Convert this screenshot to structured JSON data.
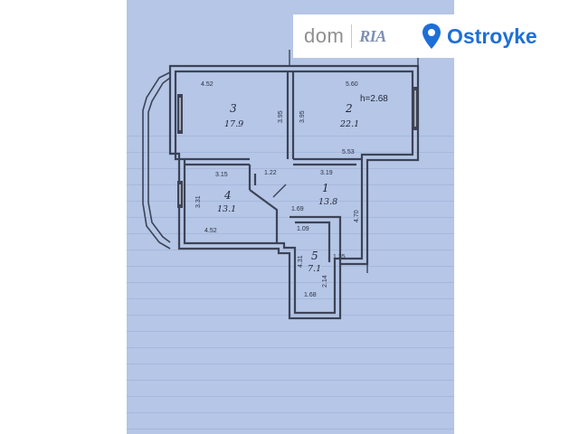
{
  "watermark": {
    "dom": "dom",
    "ria": "RIA",
    "ostroyke": "Ostroyke"
  },
  "plan": {
    "ceiling_height": "h=2.68",
    "rooms": [
      {
        "number": "3",
        "area": "17.9"
      },
      {
        "number": "2",
        "area": "22.1"
      },
      {
        "number": "4",
        "area": "13.1"
      },
      {
        "number": "1",
        "area": "13.8"
      },
      {
        "number": "5",
        "area": "7.1"
      }
    ],
    "dimensions": {
      "room3_top": "4.52",
      "room3_right": "3.95",
      "room2_left": "3.95",
      "room2_top": "5.60",
      "room2_bottom": "5.53",
      "room4_top": "3.15",
      "room4_left": "3.31",
      "room4_bottom": "4.52",
      "corridor_top": "1.22",
      "room1_top": "3.19",
      "room1_right": "4.70",
      "room1_inner": "1.69",
      "room5_top": "1.09",
      "room5_left": "4.31",
      "room5_right": "2.14",
      "room5_bottom": "1.68",
      "room5_side": "1.35"
    }
  },
  "colors": {
    "paper": "#b5c6e6",
    "walls": "#3d4356",
    "ostroyke_brand": "#1e6fd6"
  }
}
